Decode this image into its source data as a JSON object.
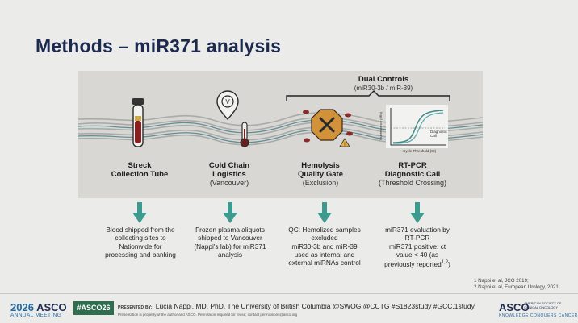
{
  "slide": {
    "title": "Methods – miR371 analysis"
  },
  "dual_controls": {
    "title": "Dual Controls",
    "subtitle": "(miR30-3b / miR-39)"
  },
  "steps": [
    {
      "title_line1": "Streck",
      "title_line2": "Collection Tube",
      "subtitle": "",
      "icon": "test-tube-icon",
      "description": [
        "Blood shipped from the",
        "collecting sites to",
        "Nationwide for",
        "processing and banking"
      ]
    },
    {
      "title_line1": "Cold Chain",
      "title_line2": "Logistics",
      "subtitle": "(Vancouver)",
      "icon": "location-thermometer-icon",
      "description": [
        "Frozen plasma aliquots",
        "shipped to Vancouver",
        "(Nappi's lab) for miR371",
        "analysis"
      ]
    },
    {
      "title_line1": "Hemolysis",
      "title_line2": "Quality Gate",
      "subtitle": "(Exclusion)",
      "icon": "hemolysis-exclusion-icon",
      "description": [
        "QC: Hemolized samples",
        "excluded",
        "miR30-3b and miR-39",
        "used as internal and",
        "external miRNAs control"
      ]
    },
    {
      "title_line1": "RT-PCR",
      "title_line2": "Diagnostic Call",
      "subtitle": "(Threshold Crossing)",
      "icon": "amplification-curve-icon",
      "description": [
        "miR371 evaluation by",
        "RT-PCR",
        "miR371 positive: ct",
        "value < 40 (as",
        "previously reported"
      ],
      "description_sup": "1,2"
    }
  ],
  "plot_labels": {
    "ylabel": "Fluorescence (dRn)",
    "xlabel": "Cycle Threshold (Ct)",
    "call": "Diagnostic Call"
  },
  "references": [
    "1     Nappi et al, JCO 2019;",
    "2     Nappi et al, European Urology, 2021"
  ],
  "footer": {
    "year": "2026",
    "brand": "ASCO",
    "meeting": "ANNUAL MEETING",
    "hashtag": "#ASCO26",
    "presented_by_label": "PRESENTED BY:",
    "presenter": "Lucia Nappi, MD, PhD, The University of British Columbia @SWOG @CCTG #S1823study #GCC.1study",
    "notice": "Presentation is property of the author and ASCO. Permission required for reuse; contact permissions@asco.org",
    "logo": "ASCO",
    "logo_sub": "AMERICAN SOCIETY OF CLINICAL ONCOLOGY",
    "logo_tag": "KNOWLEDGE CONQUERS CANCER"
  },
  "colors": {
    "arrow": "#3d9a8f",
    "title": "#1d2a4f",
    "hemolysis": "#c8832b",
    "hashtag_bg": "#2e6e4f"
  }
}
